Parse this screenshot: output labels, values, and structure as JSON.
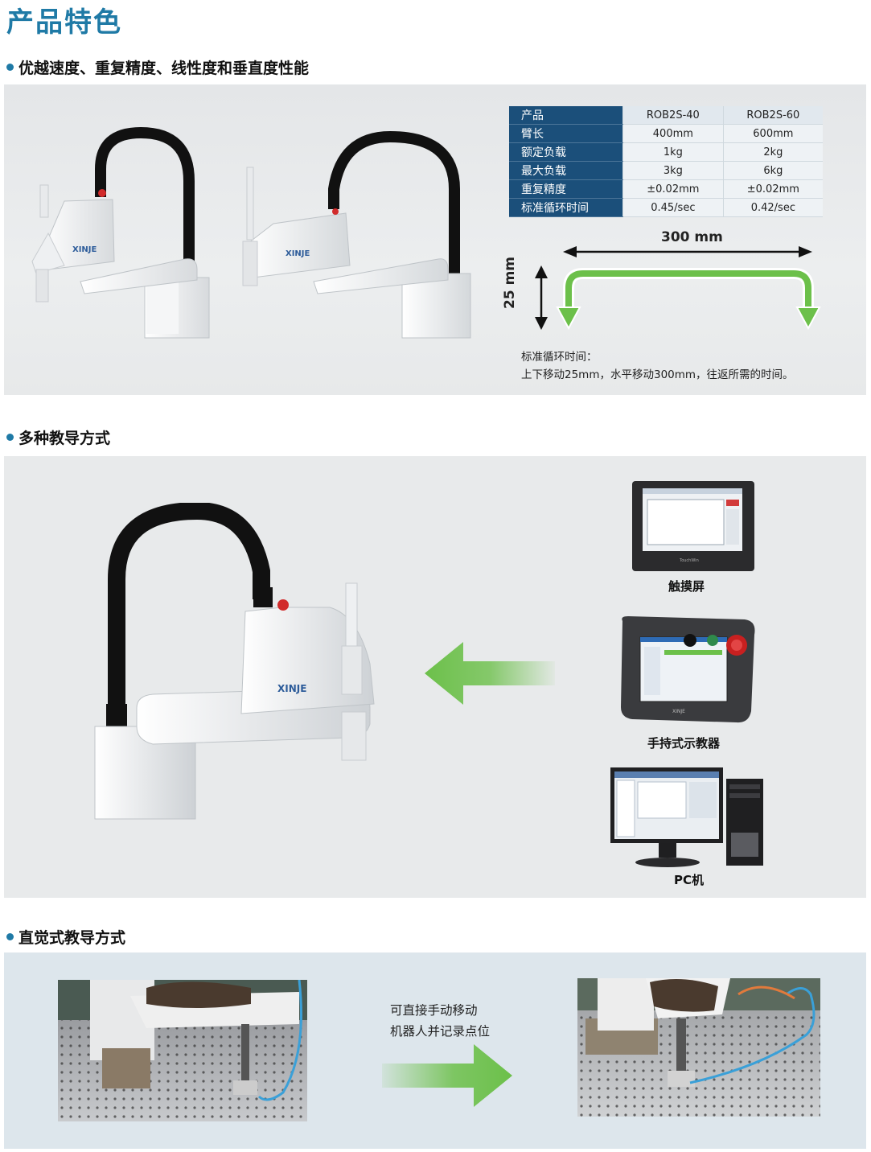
{
  "page_title": "产品特色",
  "sections": [
    {
      "heading": "优越速度、重复精度、线性度和垂直度性能"
    },
    {
      "heading": "多种教导方式"
    },
    {
      "heading": "直觉式教导方式"
    }
  ],
  "spec_table": {
    "header": [
      "产品",
      "ROB2S-40",
      "ROB2S-60"
    ],
    "rows": [
      [
        "臂长",
        "400mm",
        "600mm"
      ],
      [
        "额定负载",
        "1kg",
        "2kg"
      ],
      [
        "最大负载",
        "3kg",
        "6kg"
      ],
      [
        "重复精度",
        "±0.02mm",
        "±0.02mm"
      ],
      [
        "标准循环时间",
        "0.45/sec",
        "0.42/sec"
      ]
    ]
  },
  "cycle_diagram": {
    "horizontal_label": "300 mm",
    "vertical_label": "25 mm",
    "note_line1": "标准循环时间：",
    "note_line2": "上下移动25mm，水平移动300mm，往返所需的时间。"
  },
  "robot_brand": "XINJE",
  "teaching_devices": [
    {
      "caption": "触摸屏"
    },
    {
      "caption": "手持式示教器"
    },
    {
      "caption": "PC机"
    }
  ],
  "intuitive": {
    "line1": "可直接手动移动",
    "line2": "机器人并记录点位"
  },
  "colors": {
    "title_blue": "#1f7aa6",
    "table_header": "#1b4f7a",
    "arrow_green": "#6cc04a"
  }
}
